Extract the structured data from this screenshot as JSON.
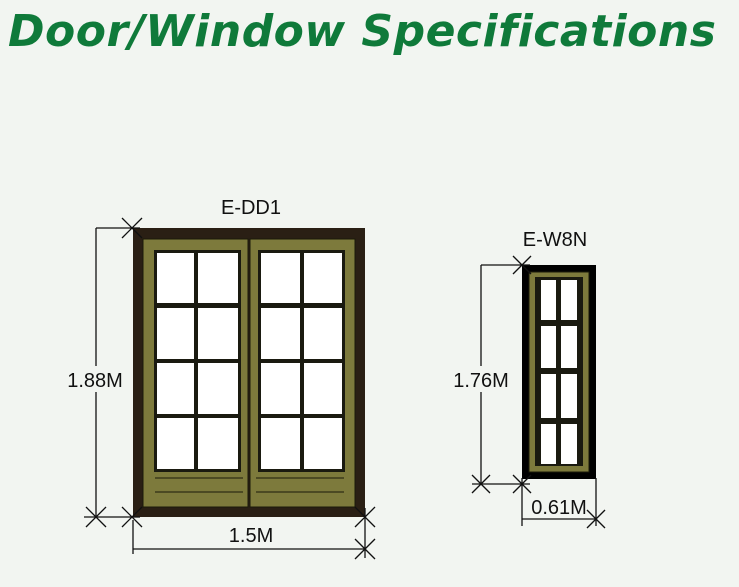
{
  "title": "Door/Window Specifications",
  "door": {
    "id": "E-DD1",
    "height": "1.88M",
    "width": "1.5M"
  },
  "window": {
    "id": "E-W8N",
    "height": "1.76M",
    "width": "0.61M"
  },
  "colors": {
    "title": "#0f7a3a",
    "frame_dark": "#2a1f14",
    "sash_olive": "#7d7a3c",
    "glass": "#ffffff",
    "background": "#f2f5f1"
  }
}
